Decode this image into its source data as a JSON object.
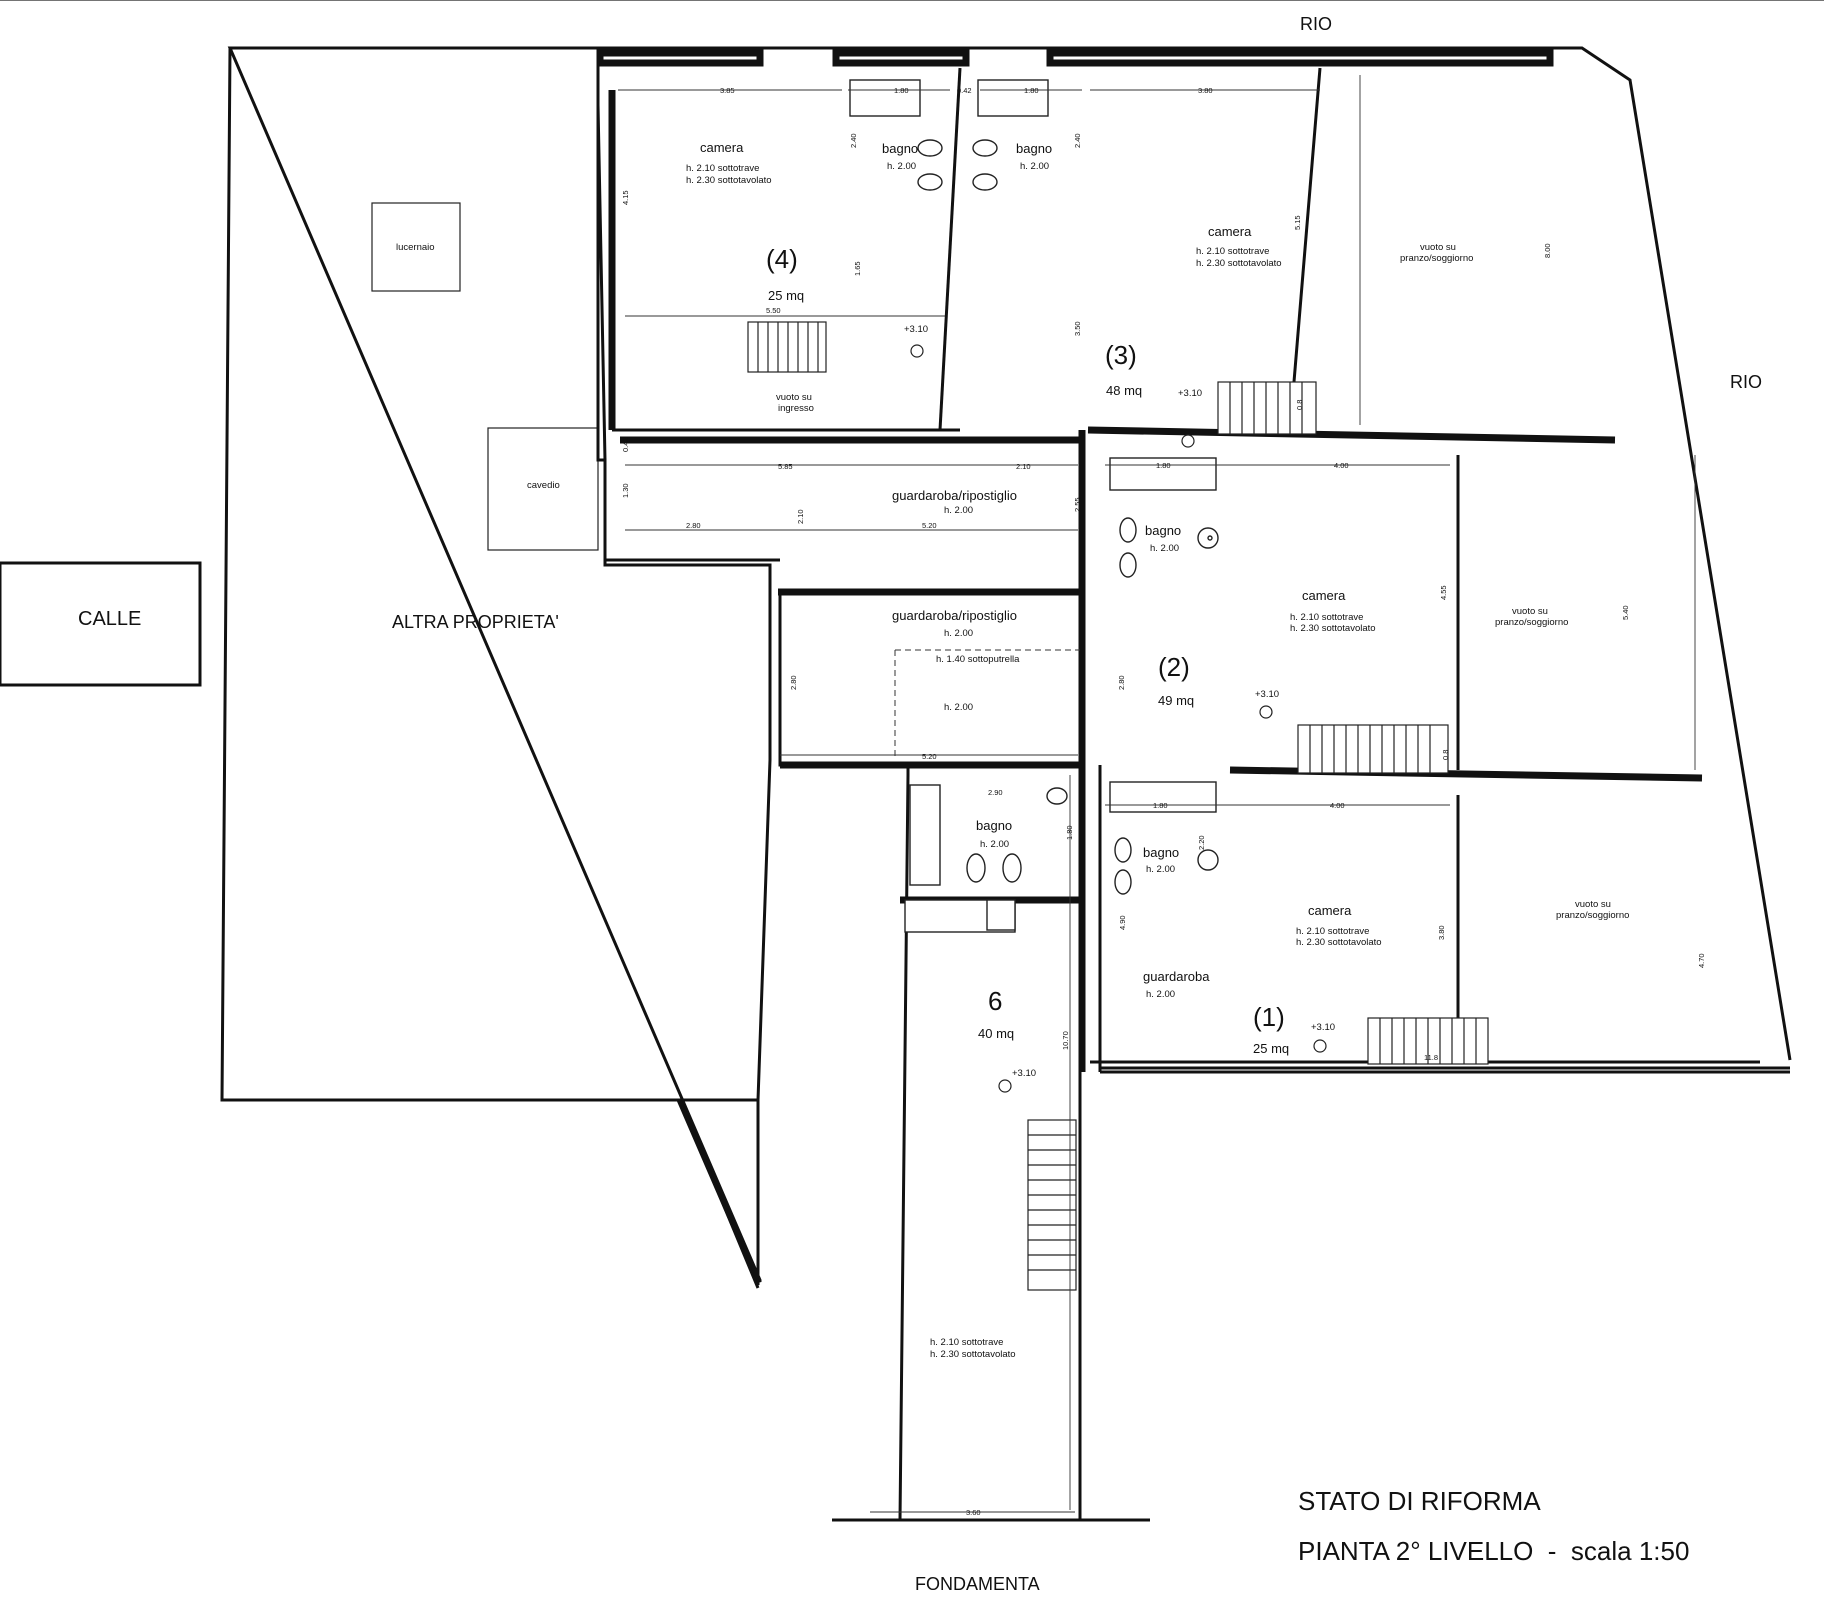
{
  "surroundings": {
    "rio_top": "RIO",
    "rio_right": "RIO",
    "calle": "CALLE",
    "altra_proprieta": "ALTRA PROPRIETA'",
    "fondamenta": "FONDAMENTA",
    "lucernaio": "lucernaio",
    "cavedio": "cavedio"
  },
  "units": [
    {
      "num": "(4)",
      "area": "25 mq",
      "elev": "+3.10"
    },
    {
      "num": "(3)",
      "area": "48 mq",
      "elev": "+3.10"
    },
    {
      "num": "(2)",
      "area": "49 mq",
      "elev": "+3.10"
    },
    {
      "num": "(1)",
      "area": "25 mq",
      "elev": "+3.10"
    },
    {
      "num": "6",
      "area": "40 mq",
      "elev": "+3.10"
    }
  ],
  "rooms": {
    "camera": "camera",
    "bagno": "bagno",
    "guardaroba": "guardaroba",
    "guardaroba_ripostiglio": "guardaroba/ripostiglio",
    "vuoto_su": "vuoto su",
    "ingresso": "ingresso",
    "pranzo_soggiorno": "pranzo/soggiorno"
  },
  "heights": {
    "sottotrave": "h. 2.10 sottotrave",
    "sottotavolato": "h. 2.30 sottotavolato",
    "h200": "h. 2.00",
    "sottoputrella": "h. 1.40 sottoputrella"
  },
  "dims": {
    "d385": "3.85",
    "d180": "1.80",
    "d042": "0.42",
    "d380": "3.80",
    "d240": "2.40",
    "d415": "4.15",
    "d165": "1.65",
    "d550": "5.50",
    "d515": "5.15",
    "d350": "3.50",
    "d800": "8.00",
    "d080": "0.8",
    "d585": "5.85",
    "d210": "2.10",
    "d130": "1.30",
    "d280": "2.80",
    "d520": "5.20",
    "d255": "2.55",
    "d400": "4.00",
    "d455": "4.55",
    "d540": "5.40",
    "d290": "2.90",
    "d220": "2.20",
    "d490": "4.90",
    "d470": "4.70",
    "d1070": "10.70",
    "d360": "3.60",
    "d118": "11.8"
  },
  "title": {
    "line1": "STATO DI RIFORMA",
    "line2": "PIANTA 2° LIVELLO  -  scala 1:50"
  },
  "colors": {
    "line": "#111111",
    "paper": "#ffffff"
  }
}
